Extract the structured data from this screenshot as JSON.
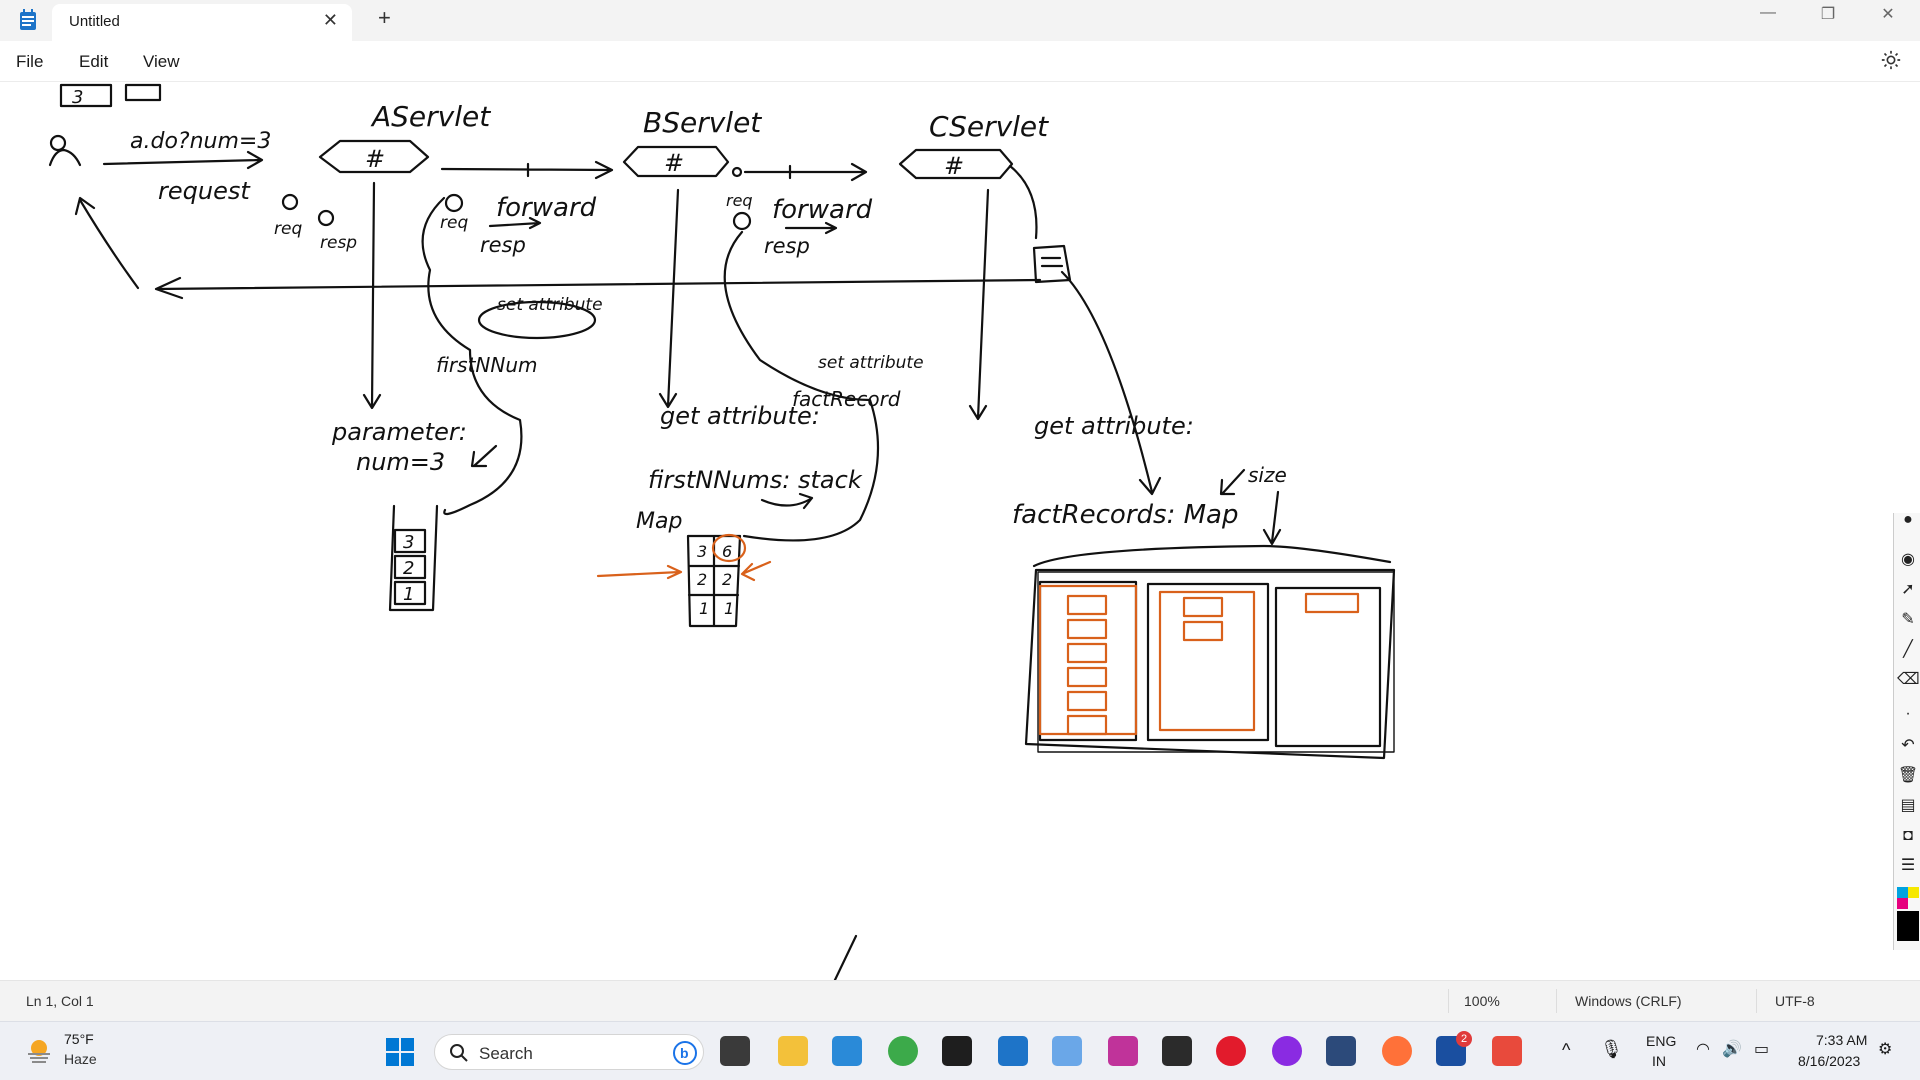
{
  "window": {
    "tab_title": "Untitled",
    "close_tab": "✕",
    "new_tab": "+",
    "minimize": "—",
    "restore": "❐",
    "close": "✕"
  },
  "menu": {
    "file": "File",
    "edit": "Edit",
    "view": "View"
  },
  "drawing": {
    "top_box": "3",
    "a_servlet": "AServlet",
    "b_servlet": "BServlet",
    "c_servlet": "CServlet",
    "hash": "#",
    "url": "a.do?num=3",
    "request": "request",
    "req": "req",
    "resp": "resp",
    "forward_1": "forward",
    "forward_2": "forward",
    "resp_b": "resp",
    "resp_c": "resp",
    "set_attribute_1": "set attribute",
    "first_n_num": "firstNNum",
    "parameter": "parameter:",
    "num_eq": "num=3",
    "stack_vals": [
      "3",
      "2",
      "1"
    ],
    "get_attribute_b": "get attribute:",
    "first_n_nums_stack": "firstNNums: stack",
    "map_label": "Map",
    "map_rows": [
      [
        "3",
        "6"
      ],
      [
        "2",
        "2"
      ],
      [
        "1",
        "1"
      ]
    ],
    "set_attribute_2": "set attribute",
    "fact_record": "factRecord",
    "get_attribute_c": "get attribute:",
    "fact_records_map": "factRecords: Map",
    "size": "size"
  },
  "status": {
    "position": "Ln 1, Col 1",
    "zoom": "100%",
    "line_ending": "Windows (CRLF)",
    "encoding": "UTF-8"
  },
  "taskbar": {
    "temperature": "75°F",
    "weather": "Haze",
    "search_placeholder": "Search",
    "lang_top": "ENG",
    "lang_bottom": "IN",
    "time": "7:33 AM",
    "date": "8/16/2023",
    "badge_count": "2"
  },
  "colors": {
    "ink": "#111111",
    "orange": "#d9611b",
    "accent": "#0067c0"
  }
}
